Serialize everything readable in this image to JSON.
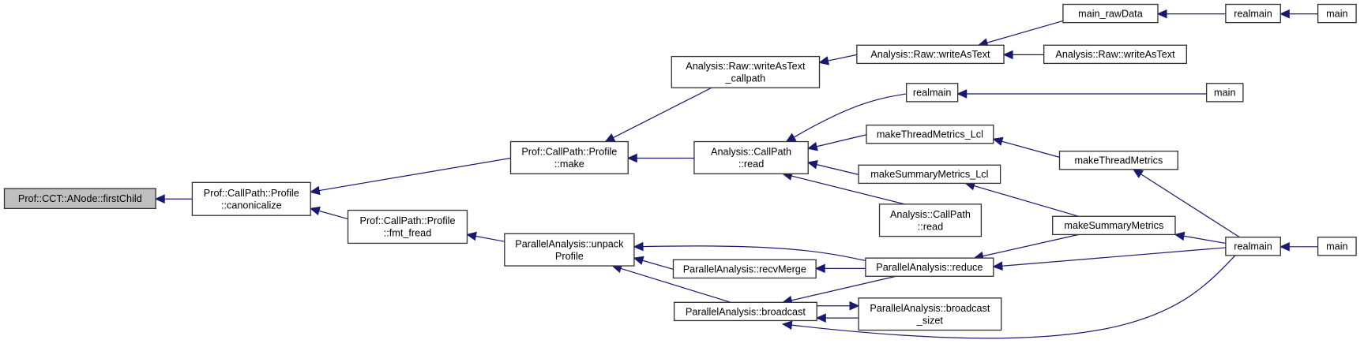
{
  "diagram": {
    "type": "caller-graph",
    "root": "Prof::CCT::ANode::firstChild",
    "colors": {
      "edge": "#191970",
      "root_fill": "#bfbfbf",
      "node_fill": "#ffffff",
      "node_border": "#333333"
    },
    "nodes": [
      {
        "id": "n0",
        "lines": [
          "Prof::CCT::ANode::firstChild"
        ],
        "root": true
      },
      {
        "id": "n1",
        "lines": [
          "Prof::CallPath::Profile",
          "::canonicalize"
        ]
      },
      {
        "id": "n2",
        "lines": [
          "Prof::CallPath::Profile",
          "::make"
        ]
      },
      {
        "id": "n3",
        "lines": [
          "Prof::CallPath::Profile",
          "::fmt_fread"
        ]
      },
      {
        "id": "n4",
        "lines": [
          "Analysis::Raw::writeAsText",
          "_callpath"
        ]
      },
      {
        "id": "n5",
        "lines": [
          "Analysis::CallPath",
          "::read"
        ]
      },
      {
        "id": "n6",
        "lines": [
          "ParallelAnalysis::unpack",
          "Profile"
        ]
      },
      {
        "id": "n7",
        "lines": [
          "Analysis::Raw::writeAsText"
        ]
      },
      {
        "id": "n8",
        "lines": [
          "realmain"
        ]
      },
      {
        "id": "n9",
        "lines": [
          "makeThreadMetrics_Lcl"
        ]
      },
      {
        "id": "n10",
        "lines": [
          "makeSummaryMetrics_Lcl"
        ]
      },
      {
        "id": "n11",
        "lines": [
          "Analysis::CallPath",
          "::read"
        ]
      },
      {
        "id": "n12",
        "lines": [
          "ParallelAnalysis::recvMerge"
        ]
      },
      {
        "id": "n13",
        "lines": [
          "ParallelAnalysis::broadcast"
        ]
      },
      {
        "id": "n14",
        "lines": [
          "ParallelAnalysis::reduce"
        ]
      },
      {
        "id": "n15",
        "lines": [
          "ParallelAnalysis::broadcast",
          "_sizet"
        ]
      },
      {
        "id": "n16",
        "lines": [
          "main_rawData"
        ]
      },
      {
        "id": "n17",
        "lines": [
          "Analysis::Raw::writeAsText"
        ]
      },
      {
        "id": "n18",
        "lines": [
          "main"
        ]
      },
      {
        "id": "n19",
        "lines": [
          "makeThreadMetrics"
        ]
      },
      {
        "id": "n20",
        "lines": [
          "makeSummaryMetrics"
        ]
      },
      {
        "id": "n21",
        "lines": [
          "realmain"
        ]
      },
      {
        "id": "n22",
        "lines": [
          "main"
        ]
      },
      {
        "id": "n23",
        "lines": [
          "realmain"
        ]
      },
      {
        "id": "n24",
        "lines": [
          "main"
        ]
      }
    ],
    "edges": [
      {
        "from": "n1",
        "to": "n0"
      },
      {
        "from": "n2",
        "to": "n1"
      },
      {
        "from": "n3",
        "to": "n1"
      },
      {
        "from": "n4",
        "to": "n2"
      },
      {
        "from": "n5",
        "to": "n2"
      },
      {
        "from": "n6",
        "to": "n3"
      },
      {
        "from": "n7",
        "to": "n4"
      },
      {
        "from": "n8",
        "to": "n5"
      },
      {
        "from": "n9",
        "to": "n5"
      },
      {
        "from": "n10",
        "to": "n5"
      },
      {
        "from": "n11",
        "to": "n5"
      },
      {
        "from": "n14",
        "to": "n6"
      },
      {
        "from": "n12",
        "to": "n6"
      },
      {
        "from": "n13",
        "to": "n6"
      },
      {
        "from": "n16",
        "to": "n7"
      },
      {
        "from": "n17",
        "to": "n7"
      },
      {
        "from": "n18",
        "to": "n8"
      },
      {
        "from": "n19",
        "to": "n9"
      },
      {
        "from": "n20",
        "to": "n10"
      },
      {
        "from": "n14",
        "to": "n12"
      },
      {
        "from": "n14",
        "to": "n13"
      },
      {
        "from": "n13",
        "to": "n15"
      },
      {
        "from": "n15",
        "to": "n13"
      },
      {
        "from": "n20",
        "to": "n14"
      },
      {
        "from": "n21",
        "to": "n14"
      },
      {
        "from": "n21",
        "to": "n13"
      },
      {
        "from": "n23",
        "to": "n16"
      },
      {
        "from": "n24",
        "to": "n23"
      },
      {
        "from": "n21",
        "to": "n19"
      },
      {
        "from": "n21",
        "to": "n20"
      },
      {
        "from": "n22",
        "to": "n21"
      }
    ]
  }
}
